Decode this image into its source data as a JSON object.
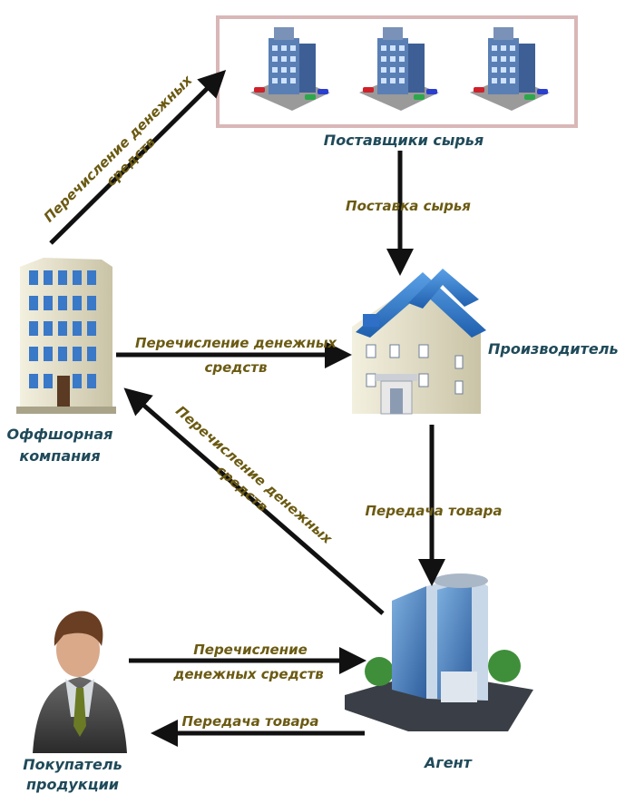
{
  "nodes": {
    "suppliers": "Поставщики сырья",
    "producer": "Производитель",
    "offshore_line1": "Оффшорная",
    "offshore_line2": "компания",
    "agent": "Агент",
    "buyer_line1": "Покупатель",
    "buyer_line2": "продукции"
  },
  "flows": {
    "offshore_to_suppliers_line1": "Перечисление денежных",
    "offshore_to_suppliers_line2": "средств",
    "raw_supply": "Поставка сырья",
    "offshore_to_producer_line1": "Перечисление денежных",
    "offshore_to_producer_line2": "средств",
    "producer_to_agent": "Передача товара",
    "agent_to_offshore_line1": "Перечисление денежных",
    "agent_to_offshore_line2": "средств",
    "buyer_to_agent_line1": "Перечисление",
    "buyer_to_agent_line2": "денежных средств",
    "agent_to_buyer": "Передача товара"
  }
}
